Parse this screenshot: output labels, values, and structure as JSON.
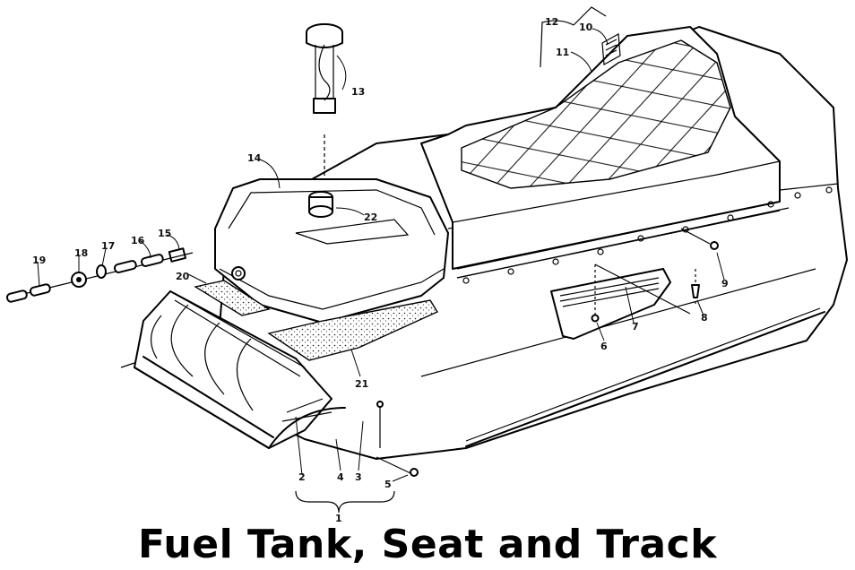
{
  "title": "Fuel Tank, Seat and Track",
  "callouts": {
    "c1": "1",
    "c2": "2",
    "c3": "3",
    "c4": "4",
    "c5": "5",
    "c6": "6",
    "c7": "7",
    "c8": "8",
    "c9": "9",
    "c10": "10",
    "c11": "11",
    "c12": "12",
    "c13": "13",
    "c14": "14",
    "c15": "15",
    "c16": "16",
    "c17": "17",
    "c18": "18",
    "c19": "19",
    "c20": "20",
    "c21": "21",
    "c22": "22"
  }
}
